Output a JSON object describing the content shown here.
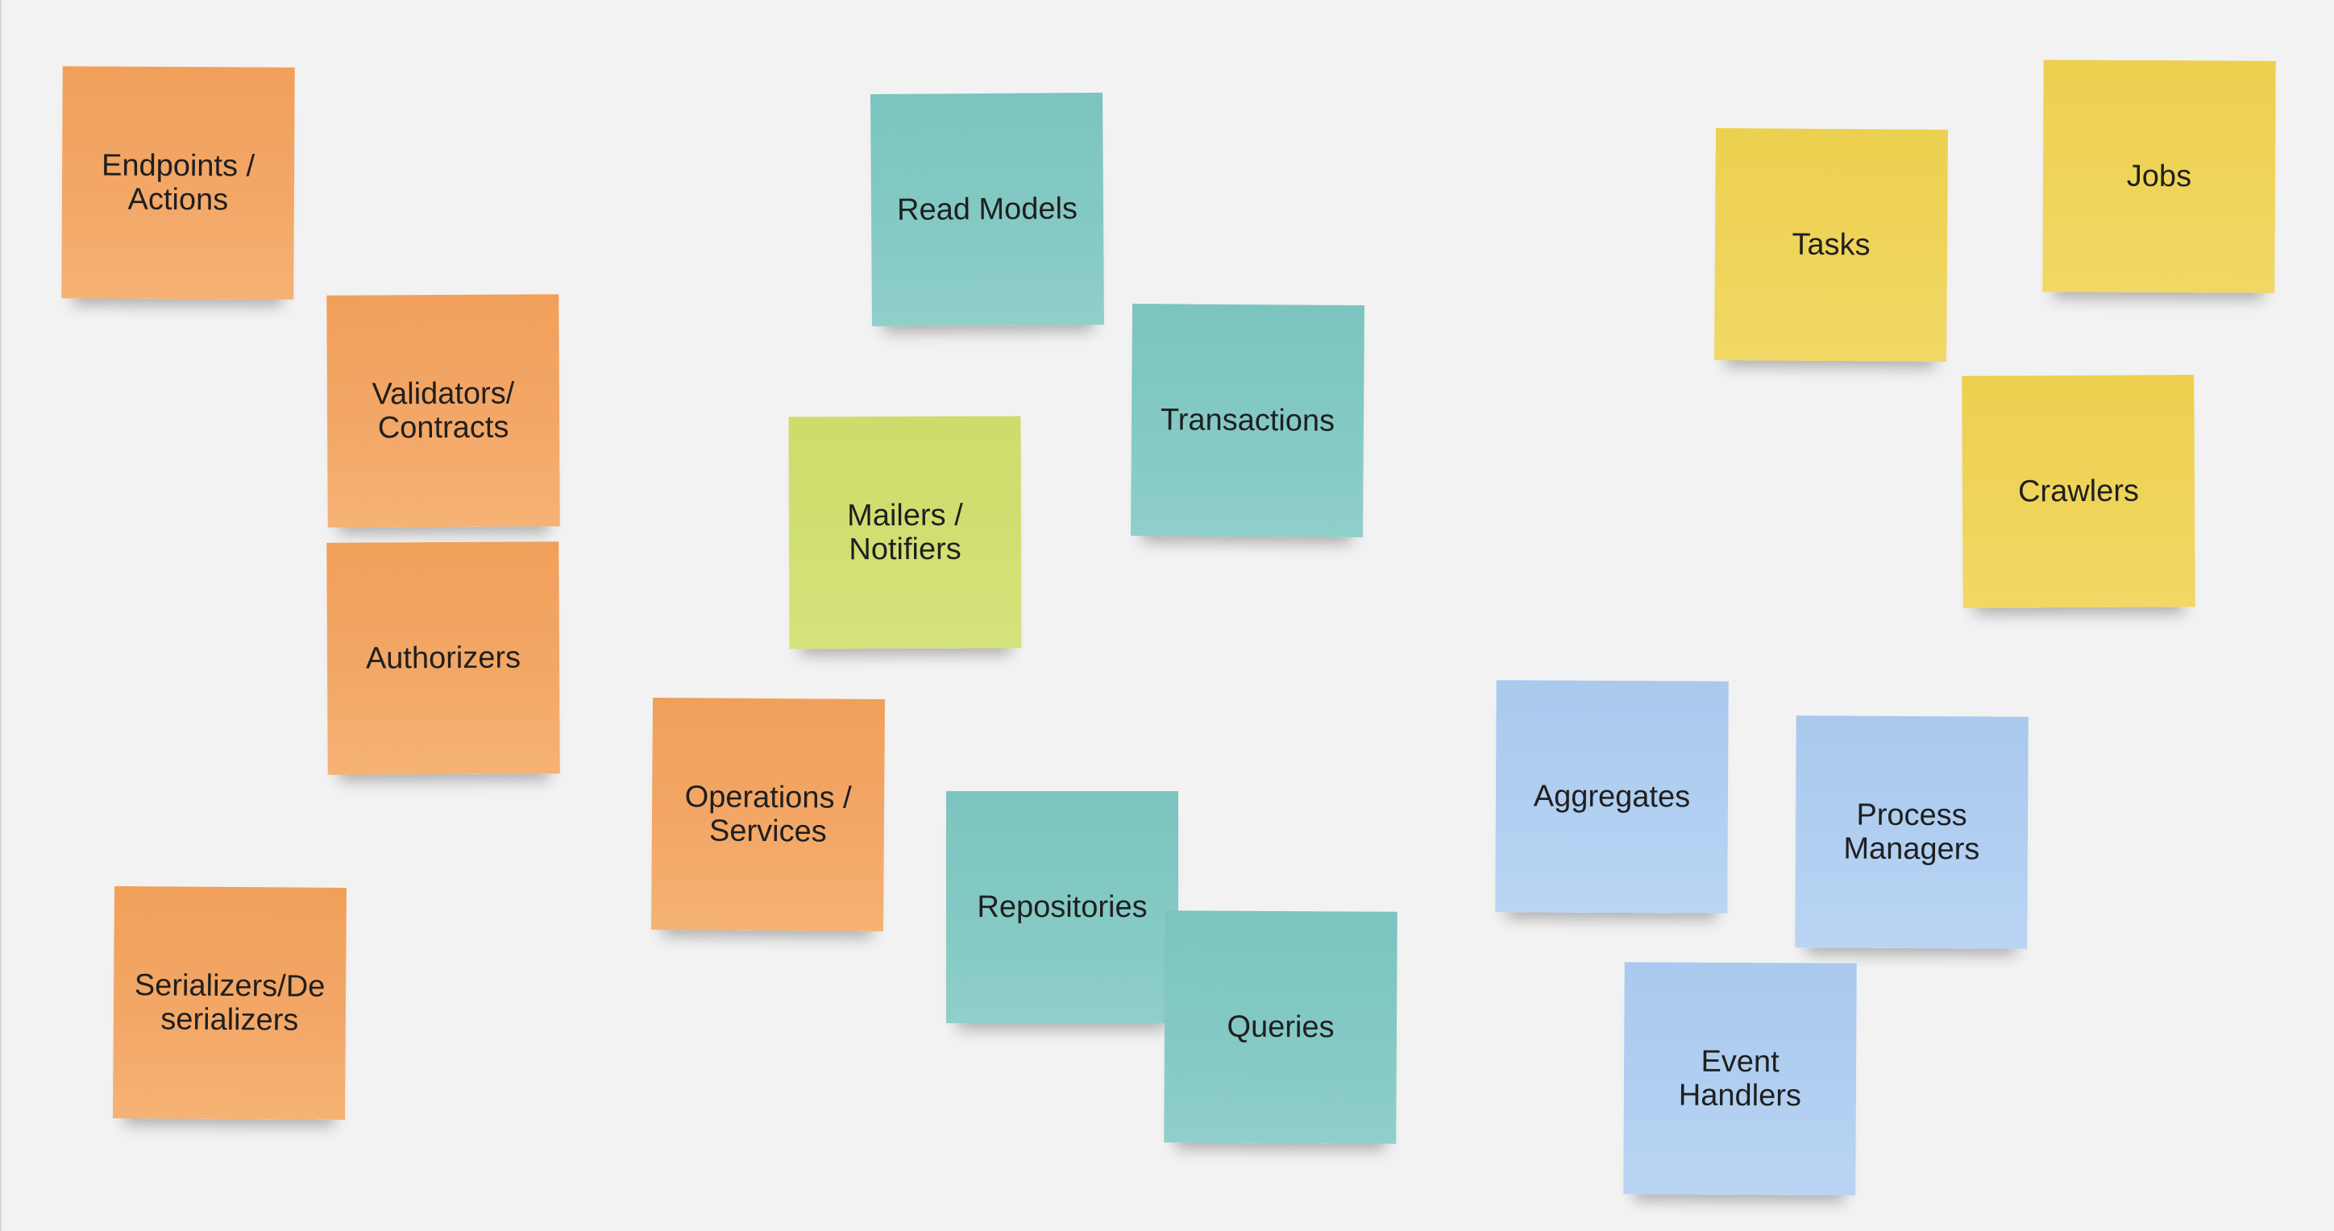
{
  "notes": [
    {
      "label": "Endpoints /\nActions",
      "color": "#f2a35f"
    },
    {
      "label": "Validators/\nContracts",
      "color": "#f2a35f"
    },
    {
      "label": "Authorizers",
      "color": "#f2a35f"
    },
    {
      "label": "Serializers/De\nserializers",
      "color": "#f2a35f"
    },
    {
      "label": "Operations /\nServices",
      "color": "#f2a35f"
    },
    {
      "label": "Read Models",
      "color": "#82c7c2"
    },
    {
      "label": "Transactions",
      "color": "#82c7c2"
    },
    {
      "label": "Mailers /\nNotifiers",
      "color": "#d0de70"
    },
    {
      "label": "Repositories",
      "color": "#82c7c2"
    },
    {
      "label": "Queries",
      "color": "#82c7c2"
    },
    {
      "label": "Tasks",
      "color": "#eed355"
    },
    {
      "label": "Jobs",
      "color": "#eed355"
    },
    {
      "label": "Crawlers",
      "color": "#eed355"
    },
    {
      "label": "Aggregates",
      "color": "#b0cef1"
    },
    {
      "label": "Process\nManagers",
      "color": "#b0cef1"
    },
    {
      "label": "Event\nHandlers",
      "color": "#b0cef1"
    }
  ]
}
